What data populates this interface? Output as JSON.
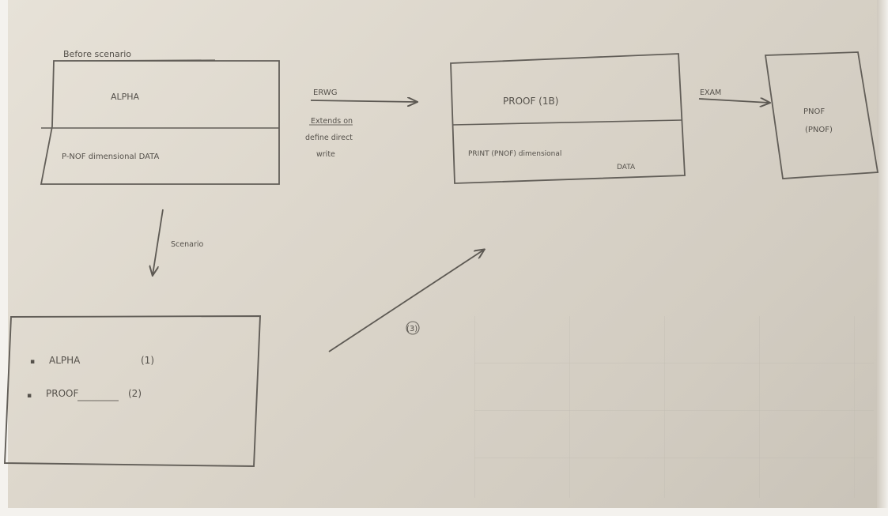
{
  "diagram": {
    "top_left_caption": "Before scenario",
    "box_alpha": {
      "top_label": "ALPHA",
      "bottom_label": "P-NOF dimensional DATA"
    },
    "arrow_middle": {
      "label": "ERWG",
      "note_lines": [
        "Extends on",
        "define direct",
        "write"
      ]
    },
    "box_proof": {
      "top_label": "PROOF (1B)",
      "bottom_line1": "PRINT (PNOF) dimensional",
      "bottom_line2": "DATA"
    },
    "arrow_right": {
      "label": "EXAM"
    },
    "box_right": {
      "line1": "PNOF",
      "line2": "(PNOF)"
    },
    "arrow_down": {
      "label": "Scenario"
    },
    "box_scenario": {
      "item1": "ALPHA",
      "item1_num": "(1)",
      "item2": "PROOF",
      "item2_num": "(2)"
    },
    "diagonal_arrow": {
      "label": "(3)"
    }
  }
}
